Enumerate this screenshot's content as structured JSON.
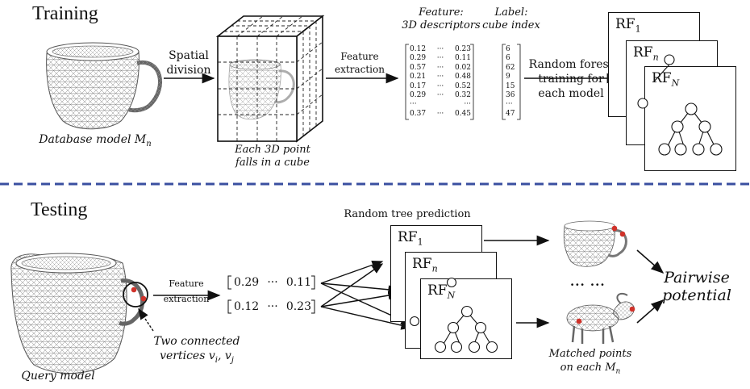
{
  "training": {
    "title": "Training",
    "db_caption": "Database model M",
    "db_caption_sub": "n",
    "spatial_label_1": "Spatial",
    "spatial_label_2": "division",
    "cube_caption_1": "Each 3D point",
    "cube_caption_2": "falls in a cube",
    "feat_label_1": "Feature",
    "feat_label_2": "extraction",
    "feature_header_1": "Feature:",
    "feature_header_2": "3D descriptors",
    "label_header_1": "Label:",
    "label_header_2": "cube index",
    "feature_rows": [
      [
        "0.12",
        "···",
        "0.23"
      ],
      [
        "0.29",
        "···",
        "0.11"
      ],
      [
        "0.57",
        "···",
        "0.02"
      ],
      [
        "0.21",
        "···",
        "0.48"
      ],
      [
        "0.17",
        "···",
        "0.52"
      ],
      [
        "0.29",
        "···",
        "0.32"
      ],
      [
        "···",
        "",
        "···"
      ],
      [
        "0.37",
        "···",
        "0.45"
      ]
    ],
    "label_rows": [
      "6",
      "6",
      "62",
      "9",
      "15",
      "36",
      "···",
      "47"
    ],
    "rf_label_1": "Random forest",
    "rf_label_2": "training for",
    "rf_label_3": "each model",
    "rf_cards": [
      {
        "base": "RF",
        "sub": "1"
      },
      {
        "base": "RF",
        "sub": "n"
      },
      {
        "base": "RF",
        "sub": "N"
      }
    ]
  },
  "testing": {
    "title": "Testing",
    "query_caption": "Query model",
    "feat_label_1": "Feature",
    "feat_label_2": "extraction",
    "vec1": [
      "0.29",
      "···",
      "0.11"
    ],
    "vec2": [
      "0.12",
      "···",
      "0.23"
    ],
    "vertices_caption_1": "Two connected",
    "vertices_caption_2": "vertices v",
    "vertices_sub_i": "i",
    "vertices_sub_j": "j",
    "tree_pred_label": "Random tree prediction",
    "rf_cards": [
      {
        "base": "RF",
        "sub": "1"
      },
      {
        "base": "RF",
        "sub": "n"
      },
      {
        "base": "RF",
        "sub": "N"
      }
    ],
    "dots": "··· ···",
    "matched_caption_1": "Matched points",
    "matched_caption_2": "on each M",
    "matched_sub": "n",
    "pairwise_1": "Pairwise",
    "pairwise_2": "potential"
  },
  "colors": {
    "divider": "#3a4fa0",
    "match_point": "#d0322a",
    "mesh": "#7a7a7a"
  }
}
